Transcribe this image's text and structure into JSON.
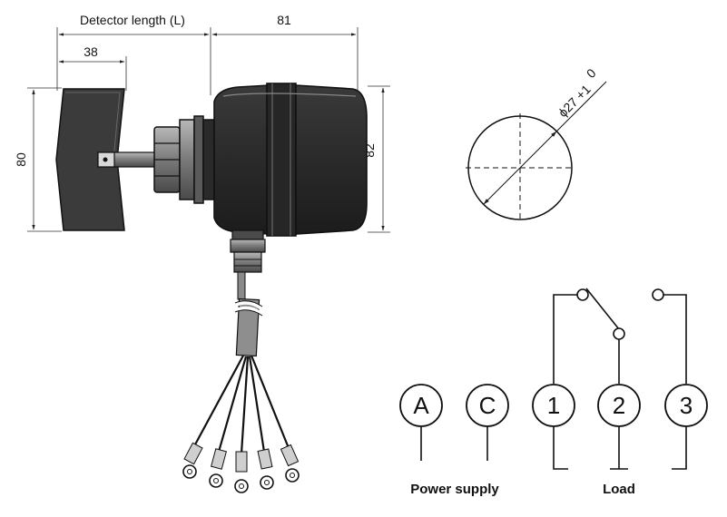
{
  "dimensions": {
    "detector_length": "Detector length (L)",
    "width_81": "81",
    "width_38": "38",
    "height_80": "80",
    "height_82": "82",
    "hole": "ϕ27 +1",
    "hole_tol": "0"
  },
  "wiring": {
    "terminals": [
      "A",
      "C",
      "1",
      "2",
      "3"
    ],
    "power_label": "Power supply",
    "load_label": "Load"
  },
  "colors": {
    "body": "#2d2d2d",
    "paddle": "#3a3a3a",
    "line": "#111111"
  }
}
